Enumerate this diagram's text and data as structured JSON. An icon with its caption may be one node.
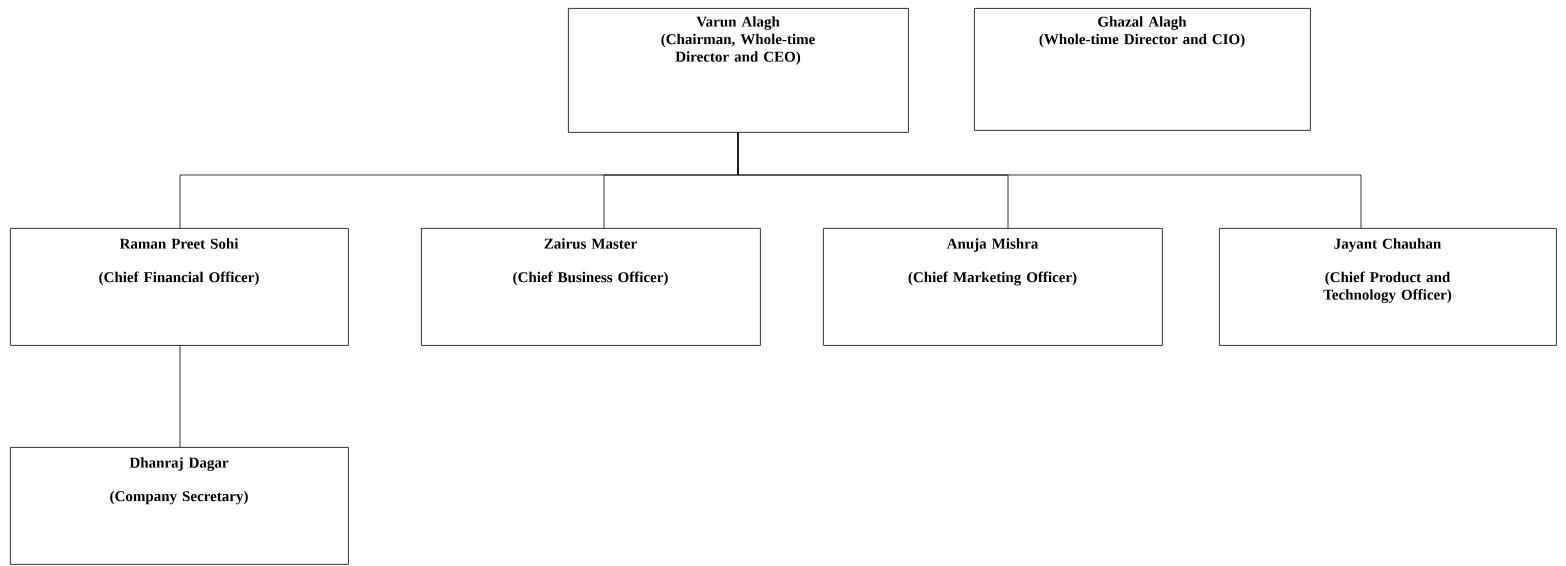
{
  "diagram": {
    "nodes": [
      {
        "text": [
          "Varun Alagh",
          "(Chairman, Whole-time Director and CEO)"
        ]
      },
      {
        "text": [
          "Ghazal Alagh",
          "(Whole-time Director and CIO)"
        ]
      },
      {
        "text": [
          "Raman Preet Sohi",
          "(Chief Financial Officer)"
        ]
      },
      {
        "text": [
          "Zairus Master",
          "(Chief Business Officer)"
        ]
      },
      {
        "text": [
          "Anuja Mishra",
          "(Chief Marketing Officer)"
        ]
      },
      {
        "text": [
          "Jayant Chauhan",
          "(Chief Product and Technology Officer)"
        ]
      },
      {
        "text": [
          "Dhanraj Dagar",
          "(Company Secretary)"
        ]
      }
    ],
    "edges": [
      {
        "from": 0,
        "to": 2,
        "arrow": "none"
      },
      {
        "from": 0,
        "to": 3,
        "arrow": "none"
      },
      {
        "from": 0,
        "to": 4,
        "arrow": "none"
      },
      {
        "from": 0,
        "to": 5,
        "arrow": "none"
      },
      {
        "from": 2,
        "to": 6,
        "arrow": "none"
      }
    ]
  }
}
